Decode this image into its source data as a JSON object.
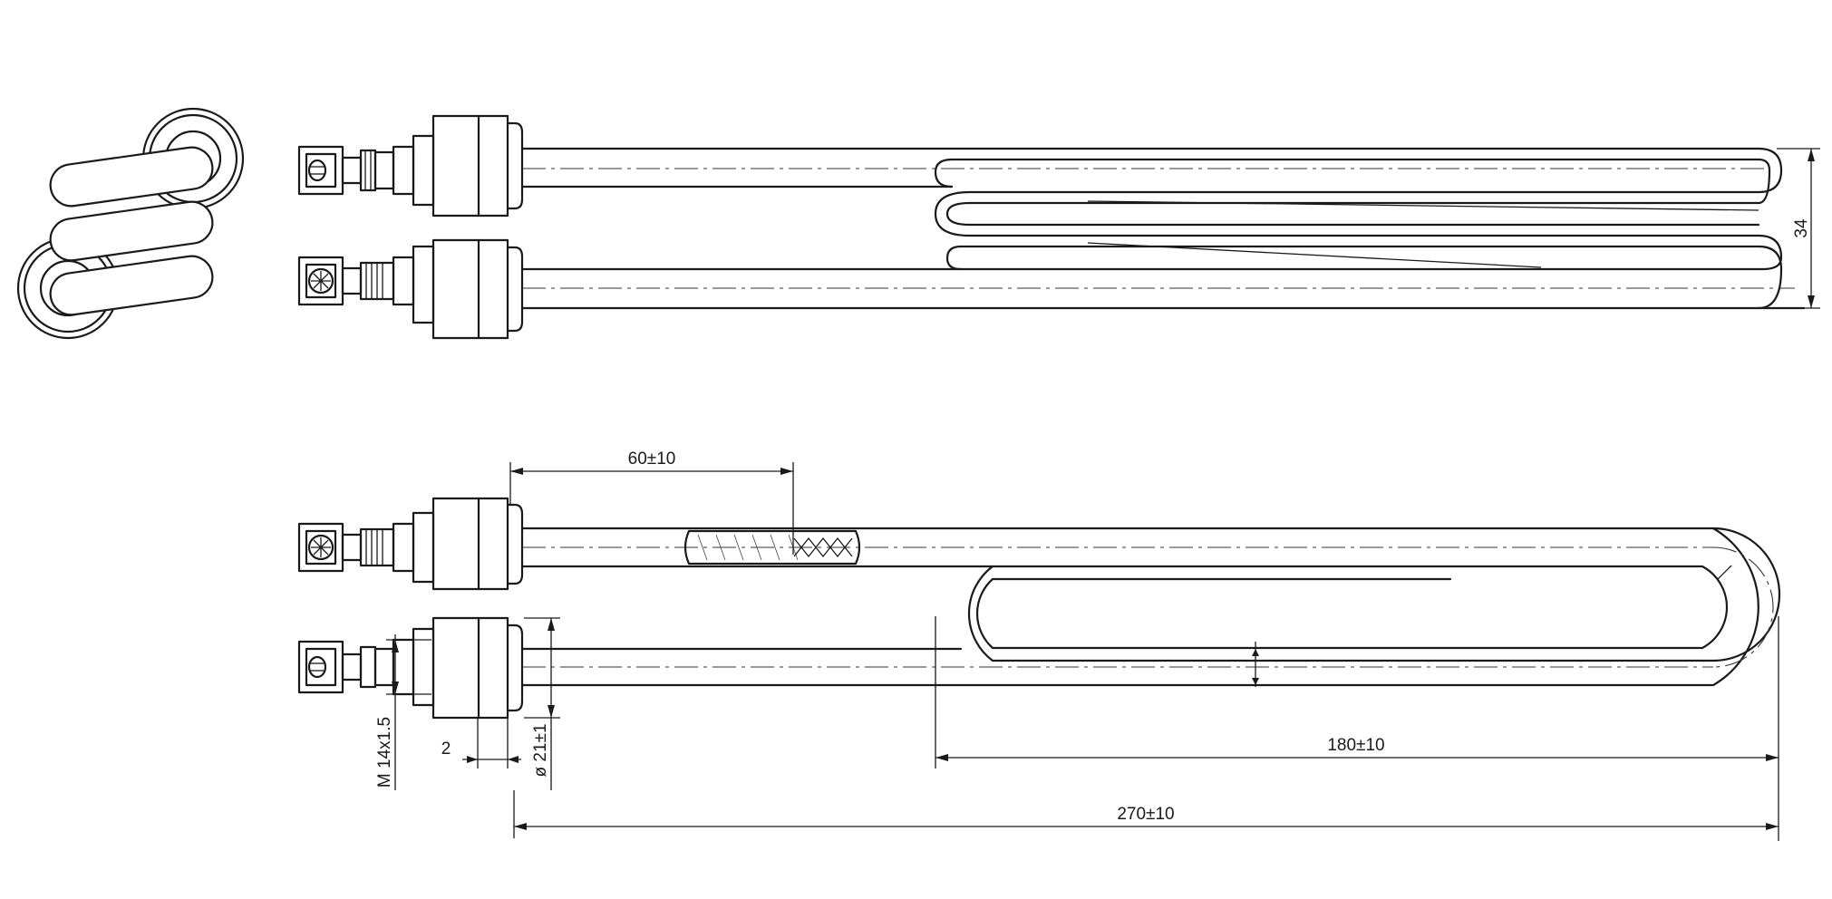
{
  "dimensions": {
    "top_height": "34",
    "sensor_length": "60±10",
    "thread": "M 14x1.5",
    "flange_thickness": "2",
    "nut_diameter": "ø 21±1",
    "loop_length": "180±10",
    "overall_length": "270±10"
  }
}
